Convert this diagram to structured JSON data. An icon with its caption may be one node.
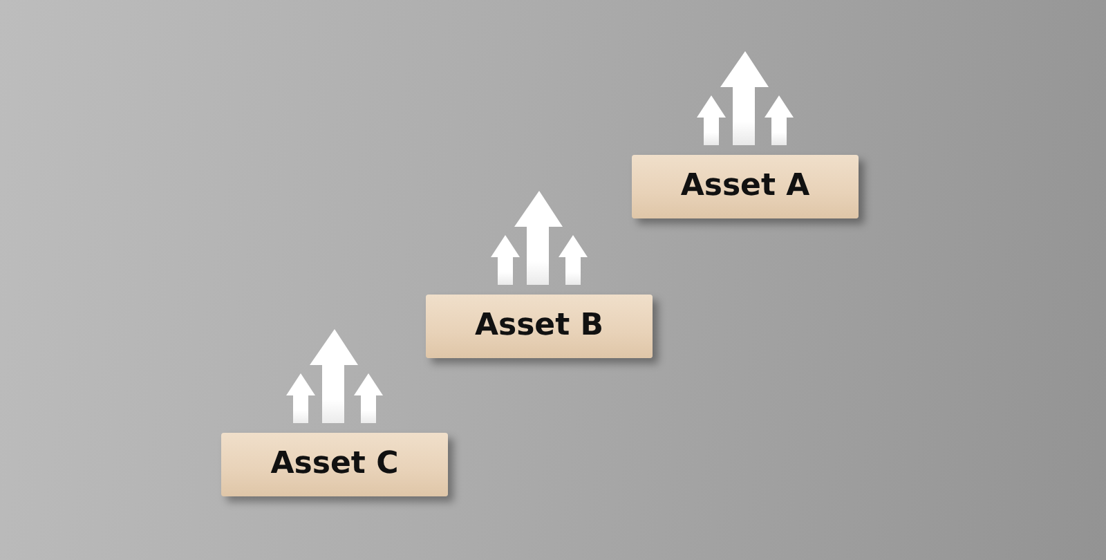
{
  "diagram": {
    "nodes": [
      {
        "text": [
          "Asset A"
        ]
      },
      {
        "text": [
          "Asset B"
        ]
      },
      {
        "text": [
          "Asset C"
        ]
      }
    ]
  }
}
